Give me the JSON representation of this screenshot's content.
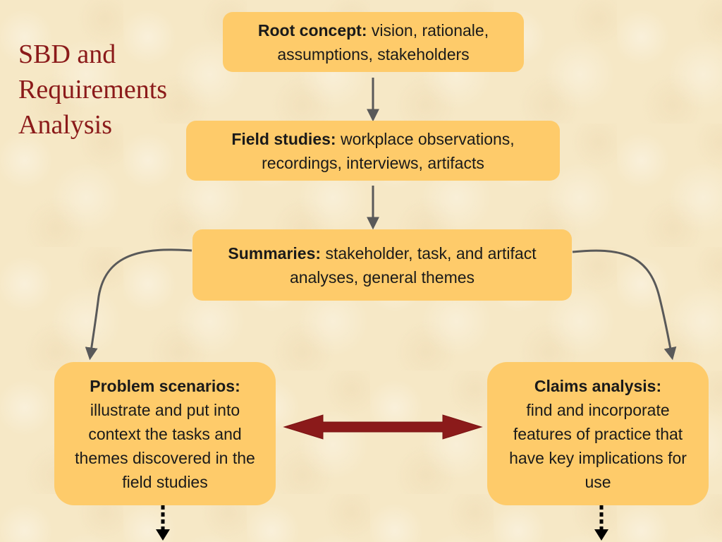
{
  "title": {
    "line1": "SBD and",
    "line2": "Requirements",
    "line3": "Analysis"
  },
  "steps": {
    "root": {
      "heading": "Root concept:",
      "text": "vision, rationale, assumptions, stakeholders"
    },
    "field": {
      "heading": "Field studies:",
      "text": "workplace observations, recordings, interviews, artifacts"
    },
    "summaries": {
      "heading": "Summaries:",
      "text": "stakeholder, task, and artifact analyses, general themes"
    },
    "problem": {
      "heading": "Problem scenarios:",
      "text": "illustrate and put into context the tasks and themes discovered in the field studies"
    },
    "claims": {
      "heading": "Claims analysis:",
      "text": "find and incorporate features of practice that have key implications for use"
    }
  },
  "colors": {
    "box_fill": "#fecb6a",
    "title_text": "#8b1a1a",
    "connector": "#595959",
    "double_arrow": "#8b1a1a",
    "background": "#f6e8c6"
  }
}
